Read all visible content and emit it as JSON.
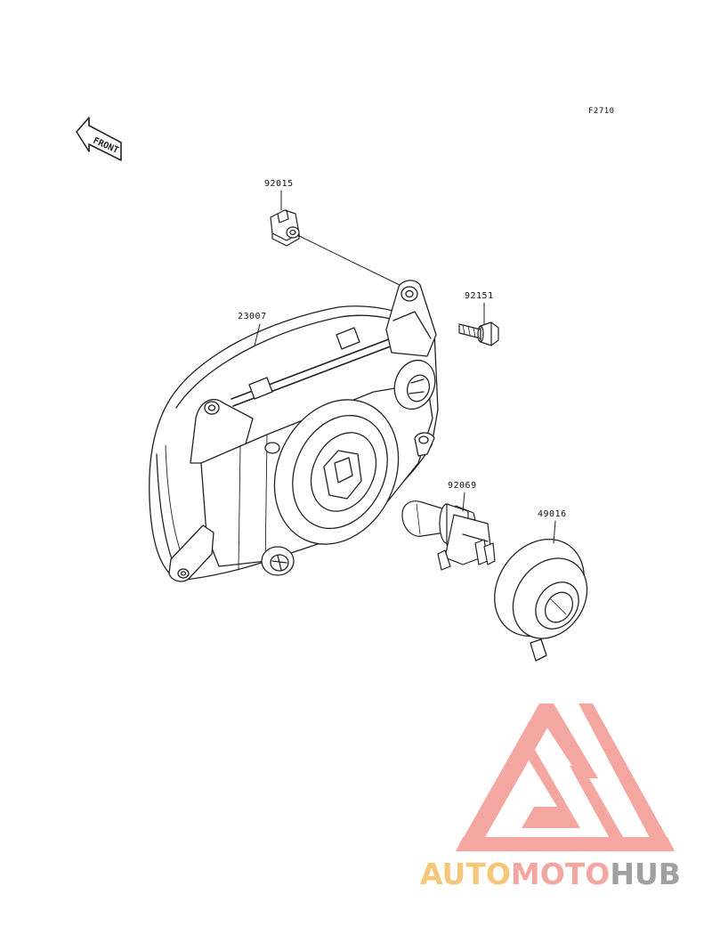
{
  "figure_code": "F2710",
  "front_indicator": "FRONT",
  "parts": [
    {
      "number": "92015"
    },
    {
      "number": "92151"
    },
    {
      "number": "23007"
    },
    {
      "number": "92069"
    },
    {
      "number": "49016"
    }
  ],
  "watermark": {
    "part1": "AUTO",
    "part2": "MOTO",
    "part3": "HUB",
    "colors": {
      "auto": "#f6c77b",
      "moto": "#f4a7a1",
      "hub": "#a0a0a0",
      "logo": "#f4a7a1"
    }
  }
}
